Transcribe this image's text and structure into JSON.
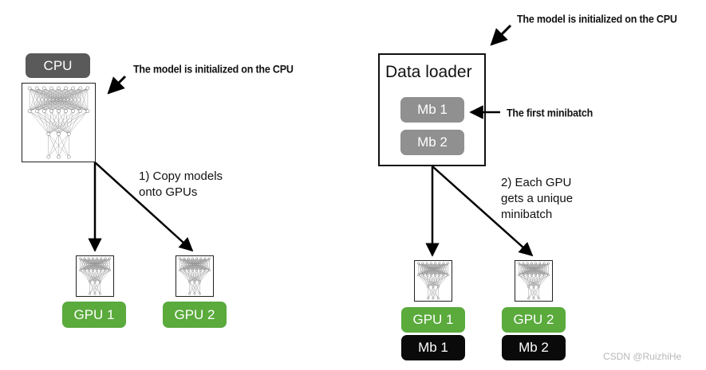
{
  "left": {
    "cpu_label": "CPU",
    "note_model_cpu": "The model is initialized on the CPU",
    "step_copy": "1) Copy models\nonto GPUs",
    "gpu1_label": "GPU 1",
    "gpu2_label": "GPU 2"
  },
  "right": {
    "note_model_cpu": "The model is initialized on the CPU",
    "data_loader_title": "Data loader",
    "mb1_label": "Mb 1",
    "mb2_label": "Mb 2",
    "note_first_minibatch": "The first minibatch",
    "step_each_gpu": "2) Each GPU\ngets a unique\nminibatch",
    "gpu1_label": "GPU 1",
    "gpu2_label": "GPU 2",
    "gpu1_minibatch": "Mb 1",
    "gpu2_minibatch": "Mb 2"
  },
  "watermark": "CSDN @RuizhiHe",
  "colors": {
    "cpu": "#5a5a5a",
    "gpu": "#5aaa3c",
    "minibatch_loader": "#909090",
    "minibatch_gpu": "#0a0a0a"
  },
  "icons": [
    "neural-network-icon",
    "arrow-icon"
  ]
}
